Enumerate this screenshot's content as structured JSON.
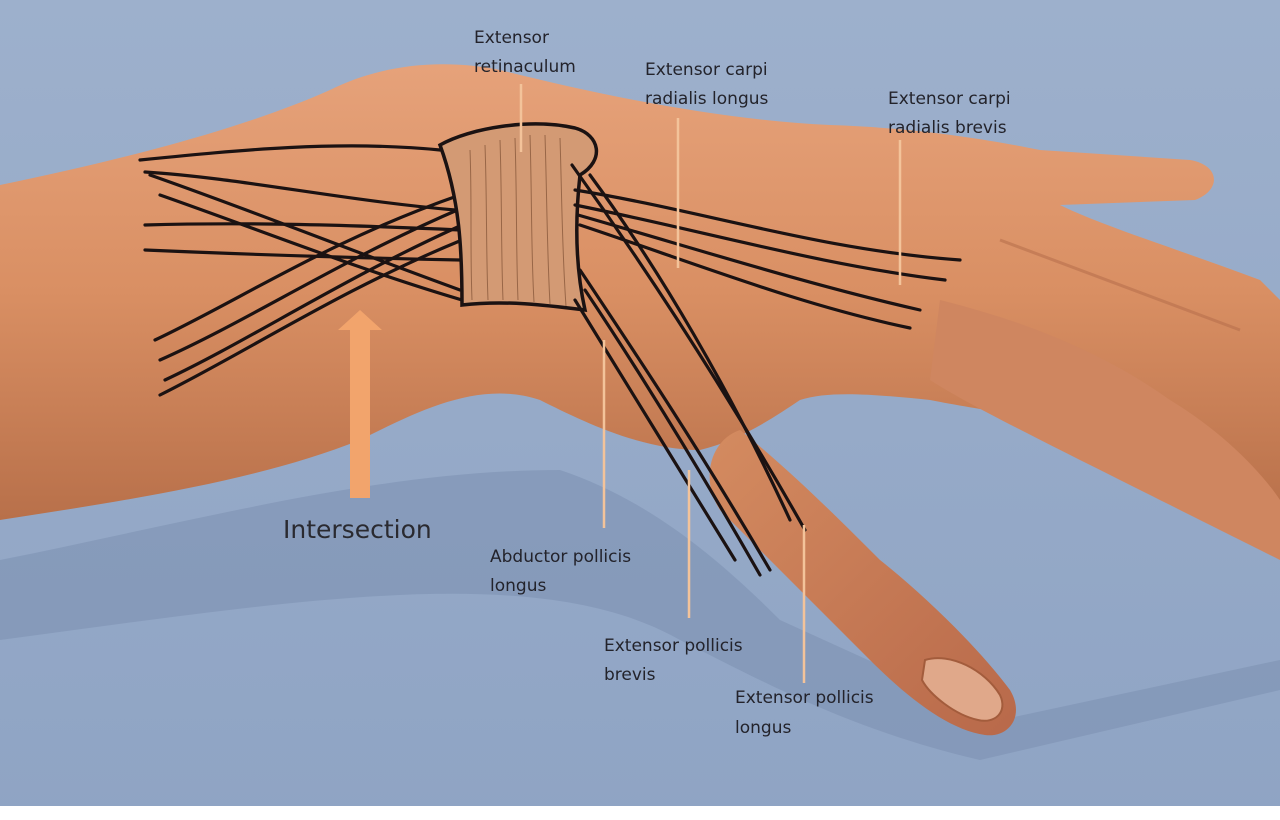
{
  "labels": {
    "extensor_retinaculum": [
      "Extensor",
      "retinaculum"
    ],
    "ecrl": [
      "Extensor carpi",
      "radialis longus"
    ],
    "ecrb": [
      "Extensor carpi",
      "radialis brevis"
    ],
    "apl": [
      "Abductor pollicis",
      "longus"
    ],
    "epb": [
      "Extensor pollicis",
      "brevis"
    ],
    "epl": [
      "Extensor pollicis",
      "longus"
    ],
    "intersection": "Intersection"
  },
  "colors": {
    "background": "#97aac7",
    "skin": "#d98f63",
    "tendon_outline": "#1b1212",
    "retinaculum_fill": "#d39a74",
    "leader_line": "#f3c39a",
    "arrow": "#f2a46c"
  }
}
